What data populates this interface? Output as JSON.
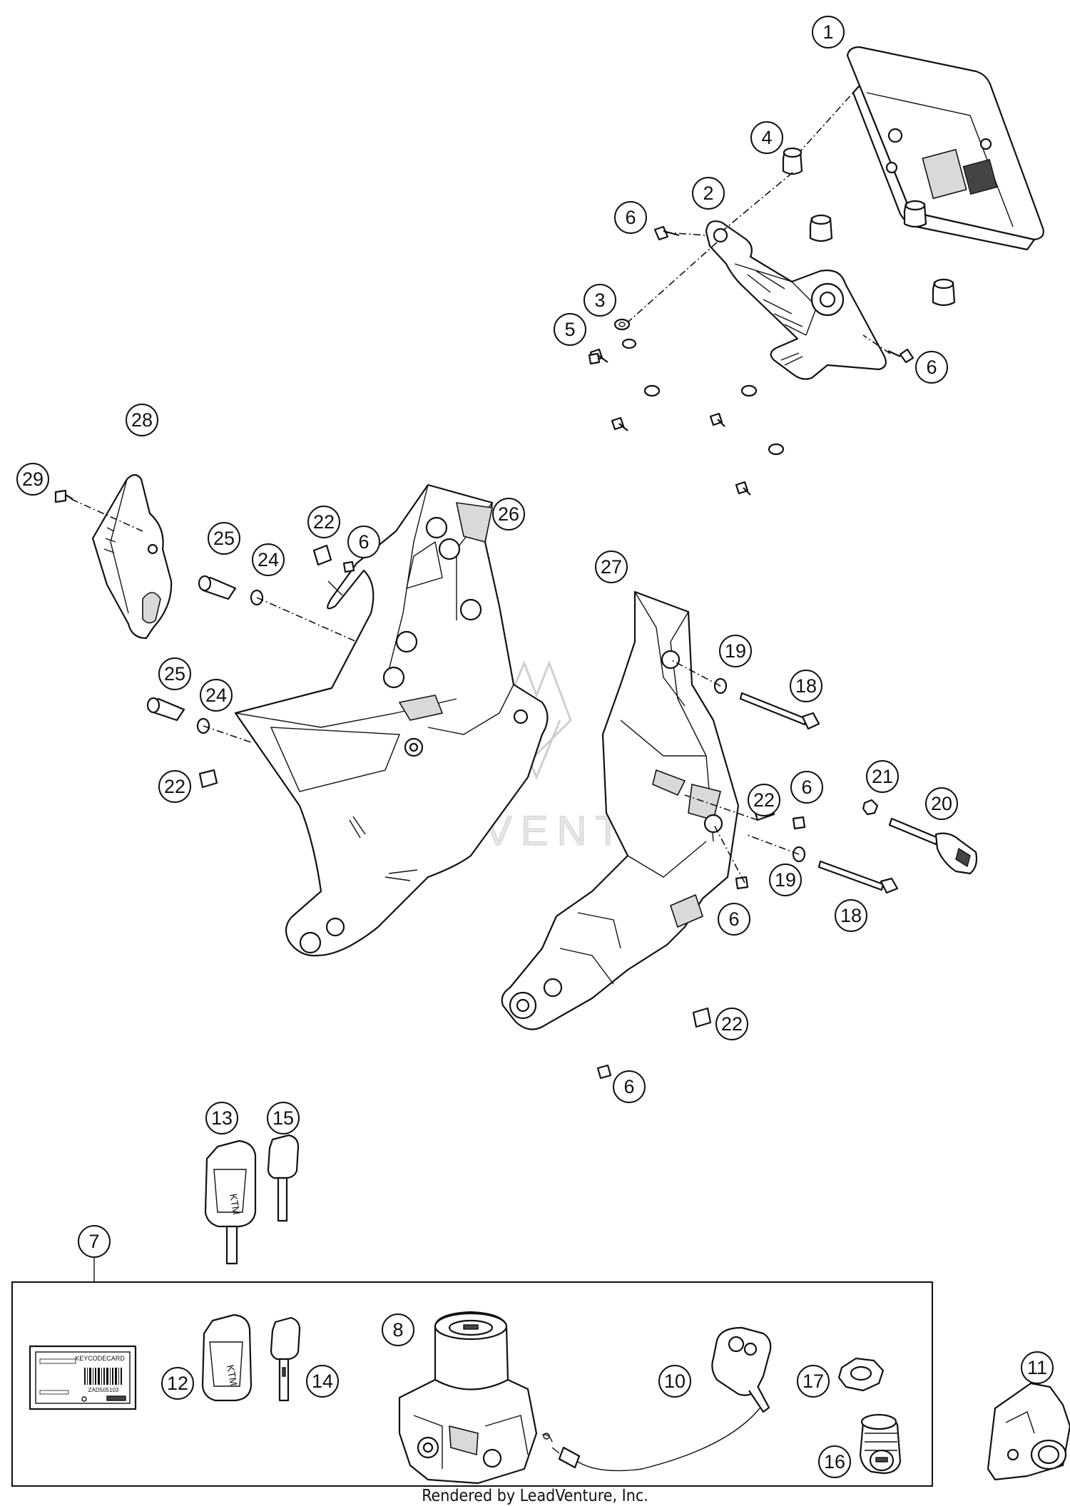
{
  "footer": "Rendered by LeadVenture, Inc.",
  "watermark": "LEADVENTURE",
  "keycard": {
    "title": "KEYCODECARD",
    "code": "ZAD505103"
  },
  "callouts": [
    {
      "n": "1"
    },
    {
      "n": "2"
    },
    {
      "n": "3"
    },
    {
      "n": "4"
    },
    {
      "n": "5"
    },
    {
      "n": "6"
    },
    {
      "n": "6"
    },
    {
      "n": "6"
    },
    {
      "n": "6"
    },
    {
      "n": "6"
    },
    {
      "n": "6"
    },
    {
      "n": "7"
    },
    {
      "n": "8"
    },
    {
      "n": "10"
    },
    {
      "n": "11"
    },
    {
      "n": "12"
    },
    {
      "n": "13"
    },
    {
      "n": "14"
    },
    {
      "n": "15"
    },
    {
      "n": "16"
    },
    {
      "n": "17"
    },
    {
      "n": "18"
    },
    {
      "n": "18"
    },
    {
      "n": "19"
    },
    {
      "n": "19"
    },
    {
      "n": "20"
    },
    {
      "n": "21"
    },
    {
      "n": "22"
    },
    {
      "n": "22"
    },
    {
      "n": "22"
    },
    {
      "n": "22"
    },
    {
      "n": "24"
    },
    {
      "n": "24"
    },
    {
      "n": "25"
    },
    {
      "n": "25"
    },
    {
      "n": "26"
    },
    {
      "n": "27"
    },
    {
      "n": "28"
    },
    {
      "n": "29"
    }
  ],
  "colors": {
    "line": "#111111",
    "background": "#ffffff",
    "watermark": "#d0d0d0"
  }
}
